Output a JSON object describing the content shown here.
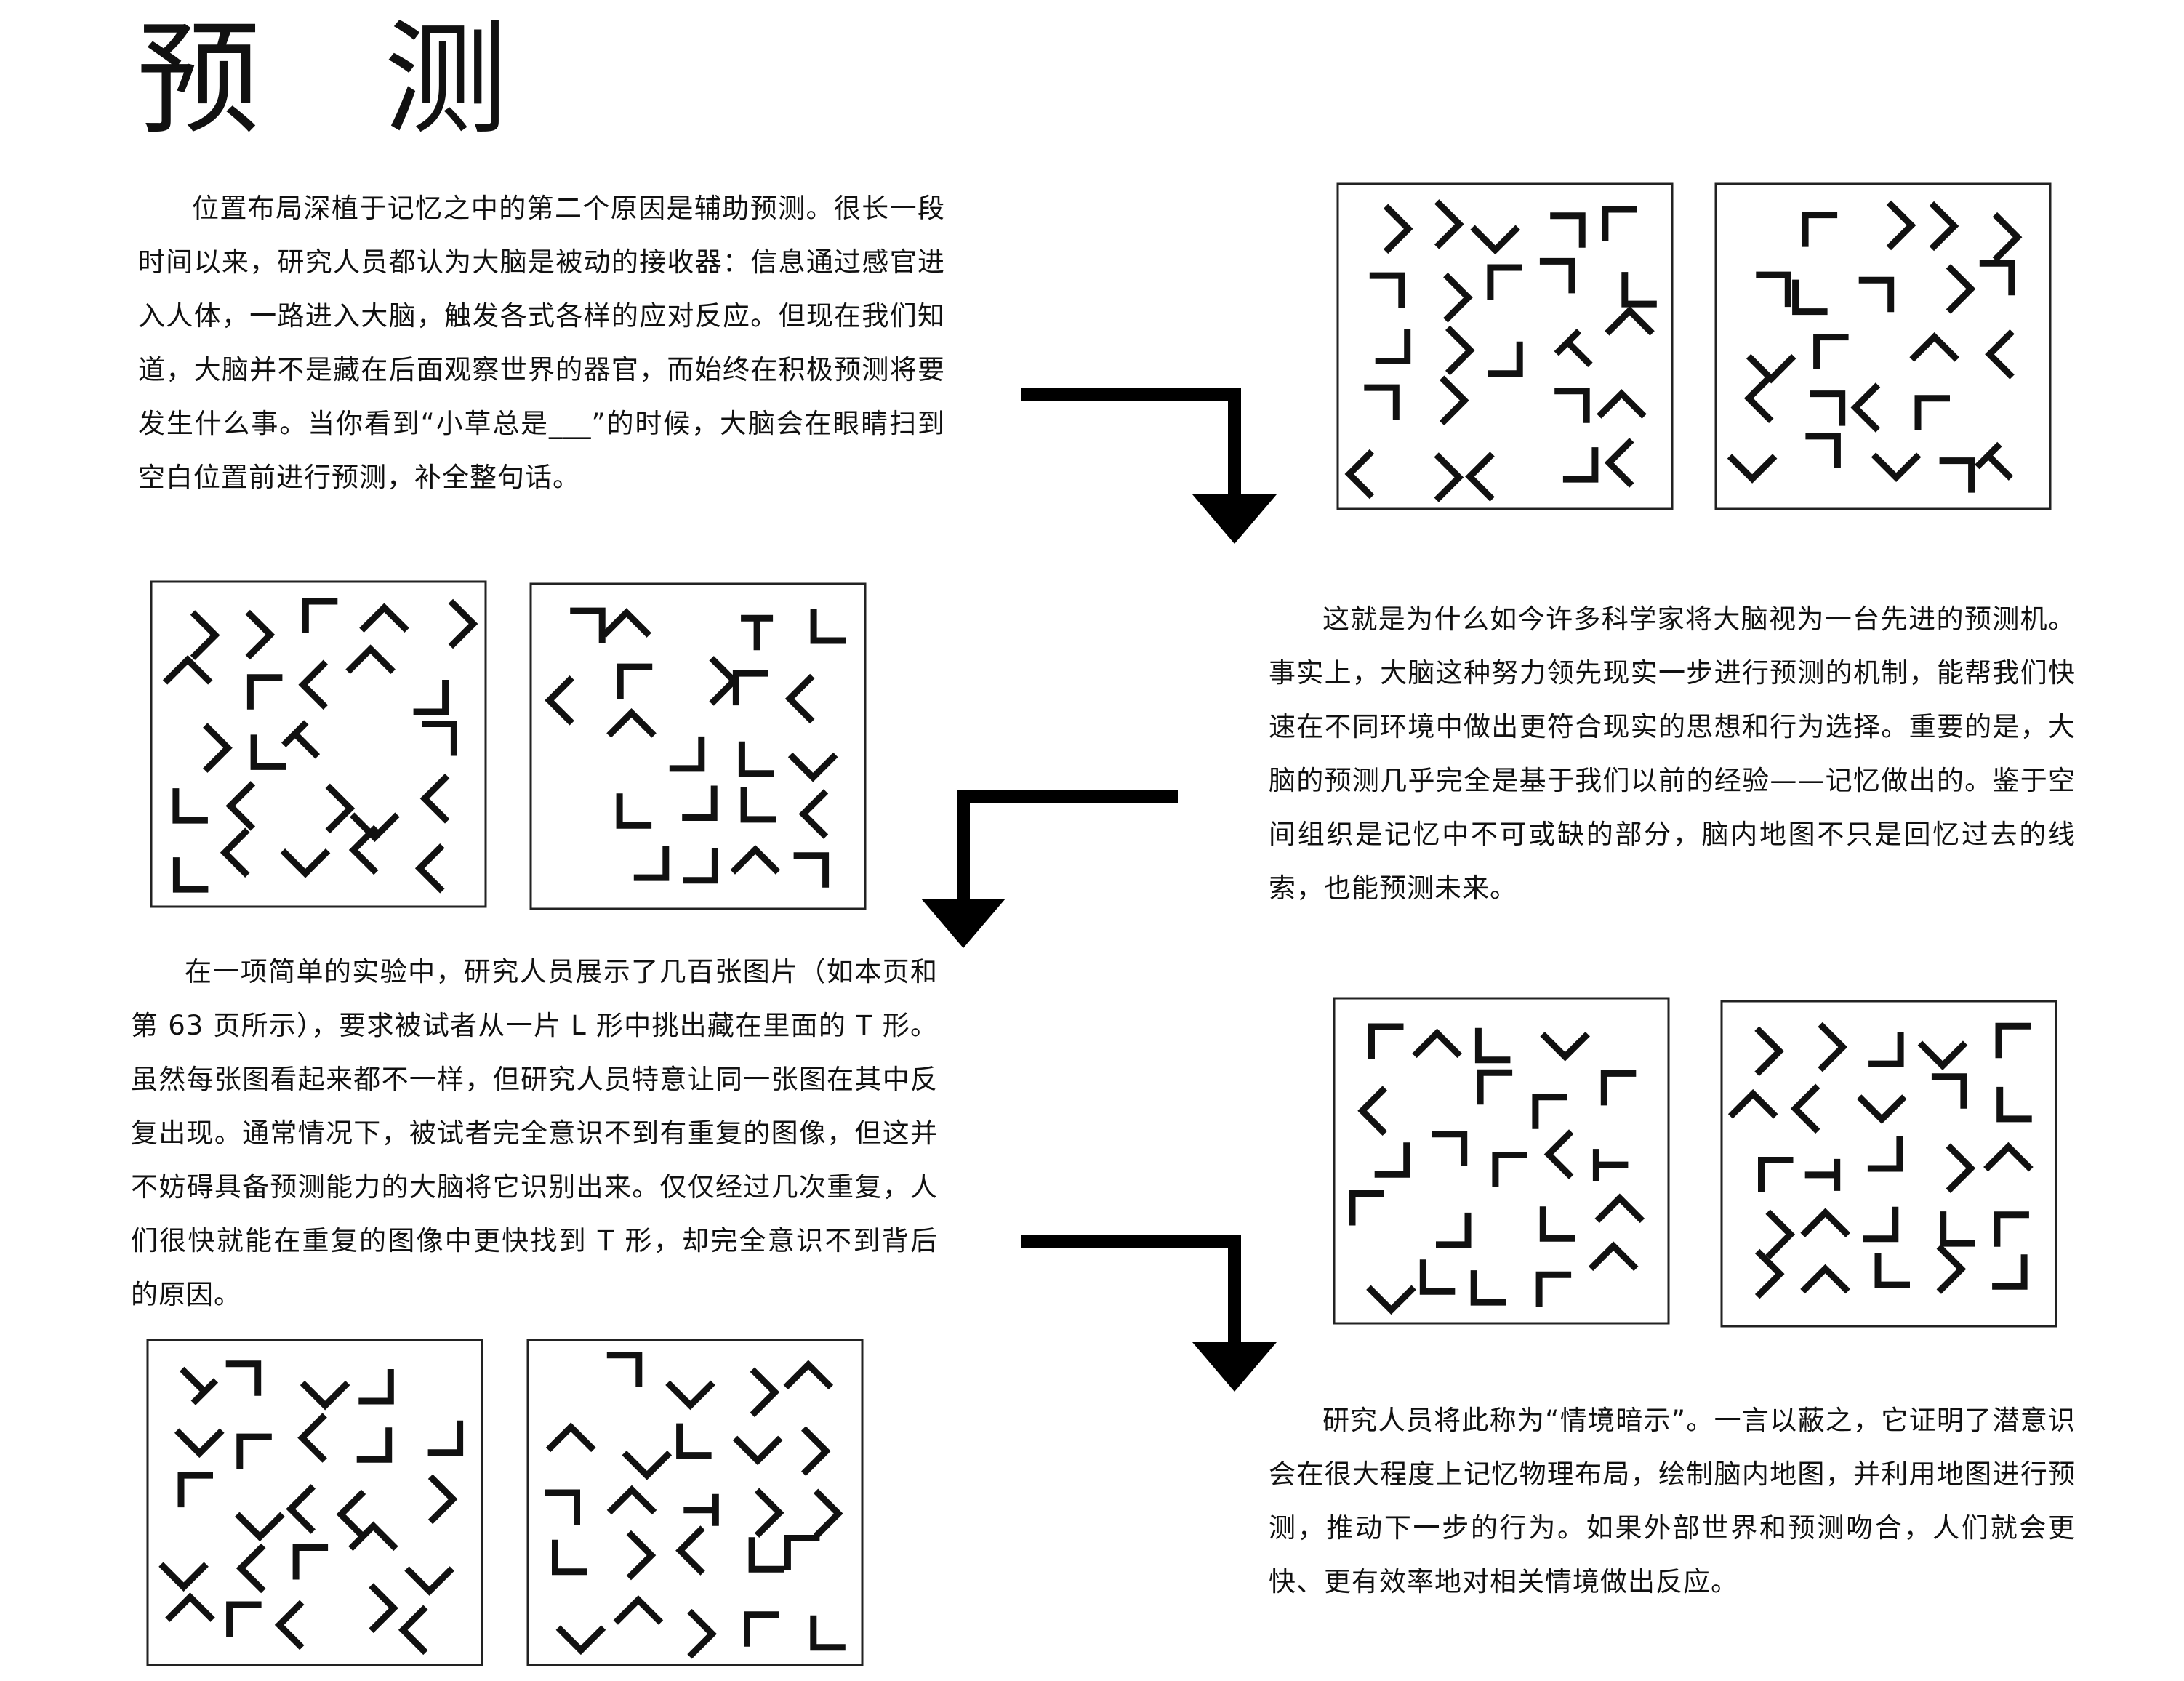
{
  "title": {
    "char1": "预",
    "char2": "测"
  },
  "paragraphs": {
    "p1": "位置布局深植于记忆之中的第二个原因是辅助预测。很长一段时间以来，研究人员都认为大脑是被动的接收器：信息通过感官进入人体，一路进入大脑，触发各式各样的应对反应。但现在我们知道，大脑并不是藏在后面观察世界的器官，而始终在积极预测将要发生什么事。当你看到“小草总是___”的时候，大脑会在眼睛扫到空白位置前进行预测，补全整句话。",
    "p2": "这就是为什么如今许多科学家将大脑视为一台先进的预测机。事实上，大脑这种努力领先现实一步进行预测的机制，能帮我们快速在不同环境中做出更符合现实的思想和行为选择。重要的是，大脑的预测几乎完全是基于我们以前的经验——记忆做出的。鉴于空间组织是记忆中不可或缺的部分，脑内地图不只是回忆过去的线索，也能预测未来。",
    "p3": "在一项简单的实验中，研究人员展示了几百张图片（如本页和第 63 页所示），要求被试者从一片 L 形中挑出藏在里面的 T 形。虽然每张图看起来都不一样，但研究人员特意让同一张图在其中反复出现。通常情况下，被试者完全意识不到有重复的图像，但这并不妨碍具备预测能力的大脑将它识别出来。仅仅经过几次重复，人们很快就能在重复的图像中更快找到 T 形，却完全意识不到背后的原因。",
    "p4": "研究人员将此称为“情境暗示”。一言以蔽之，它证明了潜意识会在很大程度上记忆物理布局，绘制脑内地图，并利用地图进行预测，推动下一步的行为。如果外部世界和预测吻合，人们就会更快、更有效率地对相关情境做出反应。"
  },
  "figure": {
    "panel_count": 8,
    "shapes": [
      "L-shape",
      "T-shape"
    ],
    "arrow_count": 3,
    "colors": {
      "ink": "#111111",
      "background": "#ffffff"
    }
  }
}
